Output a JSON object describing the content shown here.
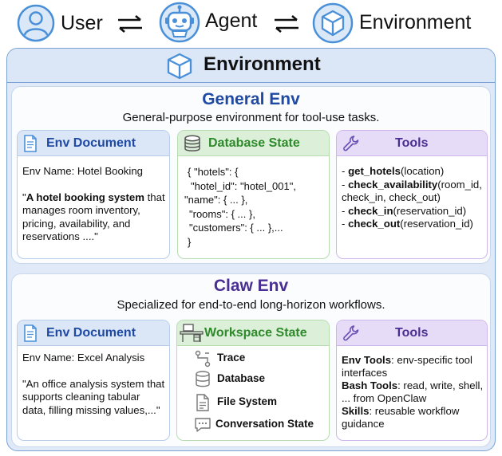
{
  "top_row": {
    "user_label": "User",
    "agent_label": "Agent",
    "environment_label": "Environment"
  },
  "main_title": "Environment",
  "general_env": {
    "title": "General Env",
    "subtitle": "General-purpose environment for tool-use tasks.",
    "env_document": {
      "title": "Env Document",
      "name_line": "Env Name: Hotel Booking",
      "quote_open": "\"",
      "quote_bold": "A hotel booking system",
      "quote_rest": "that manages room inventory, pricing, availability, and reservations ....\""
    },
    "database_state": {
      "title": "Database State",
      "lines": [
        "{ \"hotels\": {",
        "\"hotel_id\":   \"hotel_001\",",
        "\"name\": { ... },",
        "\"rooms\": { ... },",
        "\"customers\": { ... },...",
        "}"
      ]
    },
    "tools": {
      "title": "Tools",
      "items": [
        {
          "prefix": "- ",
          "name": "get_hotels",
          "args": "(location)"
        },
        {
          "prefix": "- ",
          "name": "check_availability",
          "args": "(room_id, check_in, check_out)"
        },
        {
          "prefix": "- ",
          "name": "check_in",
          "args": "(reservation_id)"
        },
        {
          "prefix": "- ",
          "name": "check_out",
          "args": "(reservation_id)"
        }
      ]
    }
  },
  "claw_env": {
    "title": "Claw Env",
    "subtitle": "Specialized for end-to-end long-horizon workflows.",
    "env_document": {
      "title": "Env Document",
      "name_line": "Env Name: Excel Analysis",
      "quote": "\"An office analysis system that supports cleaning tabular data, filling missing values,...\""
    },
    "workspace_state": {
      "title": "Workspace State",
      "items": [
        "Trace",
        "Database",
        "File System",
        "Conversation State"
      ]
    },
    "tools": {
      "title": "Tools",
      "items": [
        {
          "name": "Env Tools",
          "desc": ": env-specific tool interfaces"
        },
        {
          "name": "Bash Tools",
          "desc": ":  read, write, shell, ... from OpenClaw"
        },
        {
          "name": "Skills",
          "desc": ": reusable workflow guidance"
        }
      ]
    }
  },
  "colors": {
    "blue_title": "#1f4aa3",
    "purple_title": "#4a2f92",
    "green_title": "#2f8a2c",
    "icon_blue": "#4a90d9"
  }
}
